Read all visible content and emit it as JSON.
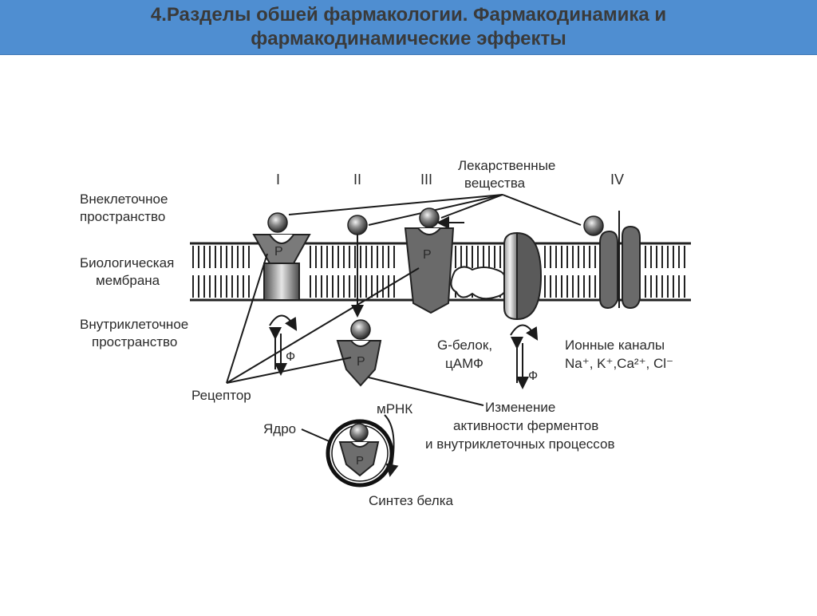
{
  "slide": {
    "title": "4.Разделы обшей фармакологии. Фармакодинамика и фармакодинамические эффекты"
  },
  "diagram": {
    "roman_labels": {
      "r1": "I",
      "r2": "II",
      "r3": "III",
      "r4": "IV"
    },
    "labels": {
      "drugs_line1": "Лекарственные",
      "drugs_line2": "вещества",
      "extracellular_line1": "Внеклеточное",
      "extracellular_line2": "пространство",
      "membrane_line1": "Биологическая",
      "membrane_line2": "мембрана",
      "intracellular_line1": "Внутриклеточное",
      "intracellular_line2": "пространство",
      "receptor": "Рецептор",
      "nucleus": "Ядро",
      "mrna": "мРНК",
      "protein_synthesis": "Синтез белка",
      "g_protein_line1": "G-белок,",
      "g_protein_line2": "цАМФ",
      "ion_channels_line1": "Ионные каналы",
      "ion_channels_line2": "Na⁺, K⁺,Ca²⁺, Cl⁻",
      "change_line1": "Изменение",
      "change_line2": "активности ферментов",
      "change_line3": "и внутриклеточных процессов",
      "receptor_letter": "P",
      "phi": "Ф"
    },
    "colors": {
      "header_bg": "#4f8ed1",
      "receptor_dark": "#6e6e6e",
      "membrane_line": "#222222",
      "ligand": "#555555"
    }
  }
}
